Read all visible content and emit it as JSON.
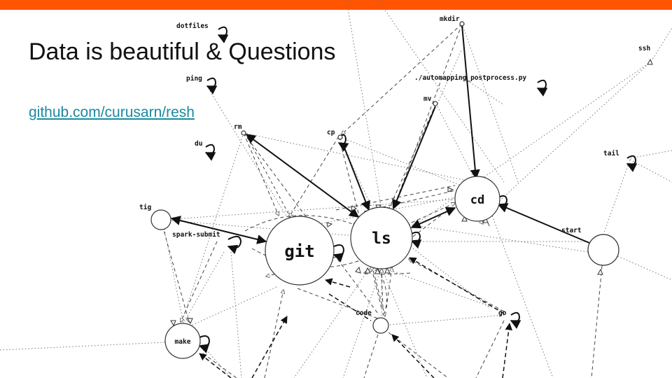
{
  "slide": {
    "title": "Data is beautiful & Questions",
    "link": "github.com/curusarn/resh"
  },
  "colors": {
    "accent": "#ff5500",
    "link": "#1a8aa0",
    "node_stroke": "#333333",
    "edge": "#222222",
    "edge_light": "#666666"
  },
  "graph": {
    "nodes": {
      "git": "git",
      "ls": "ls",
      "cd": "cd",
      "start": "start",
      "make": "make",
      "tig": "tig",
      "code": "code",
      "spark_submit": "spark-submit",
      "rm": "rm",
      "cp": "cp",
      "mv": "mv",
      "mkdir": "mkdir",
      "automapping": "./automapping_postprocess.py",
      "ssh": "ssh",
      "tail": "tail",
      "go": "go",
      "dotfiles": "dotfiles",
      "ping": "ping",
      "du": "du"
    }
  }
}
